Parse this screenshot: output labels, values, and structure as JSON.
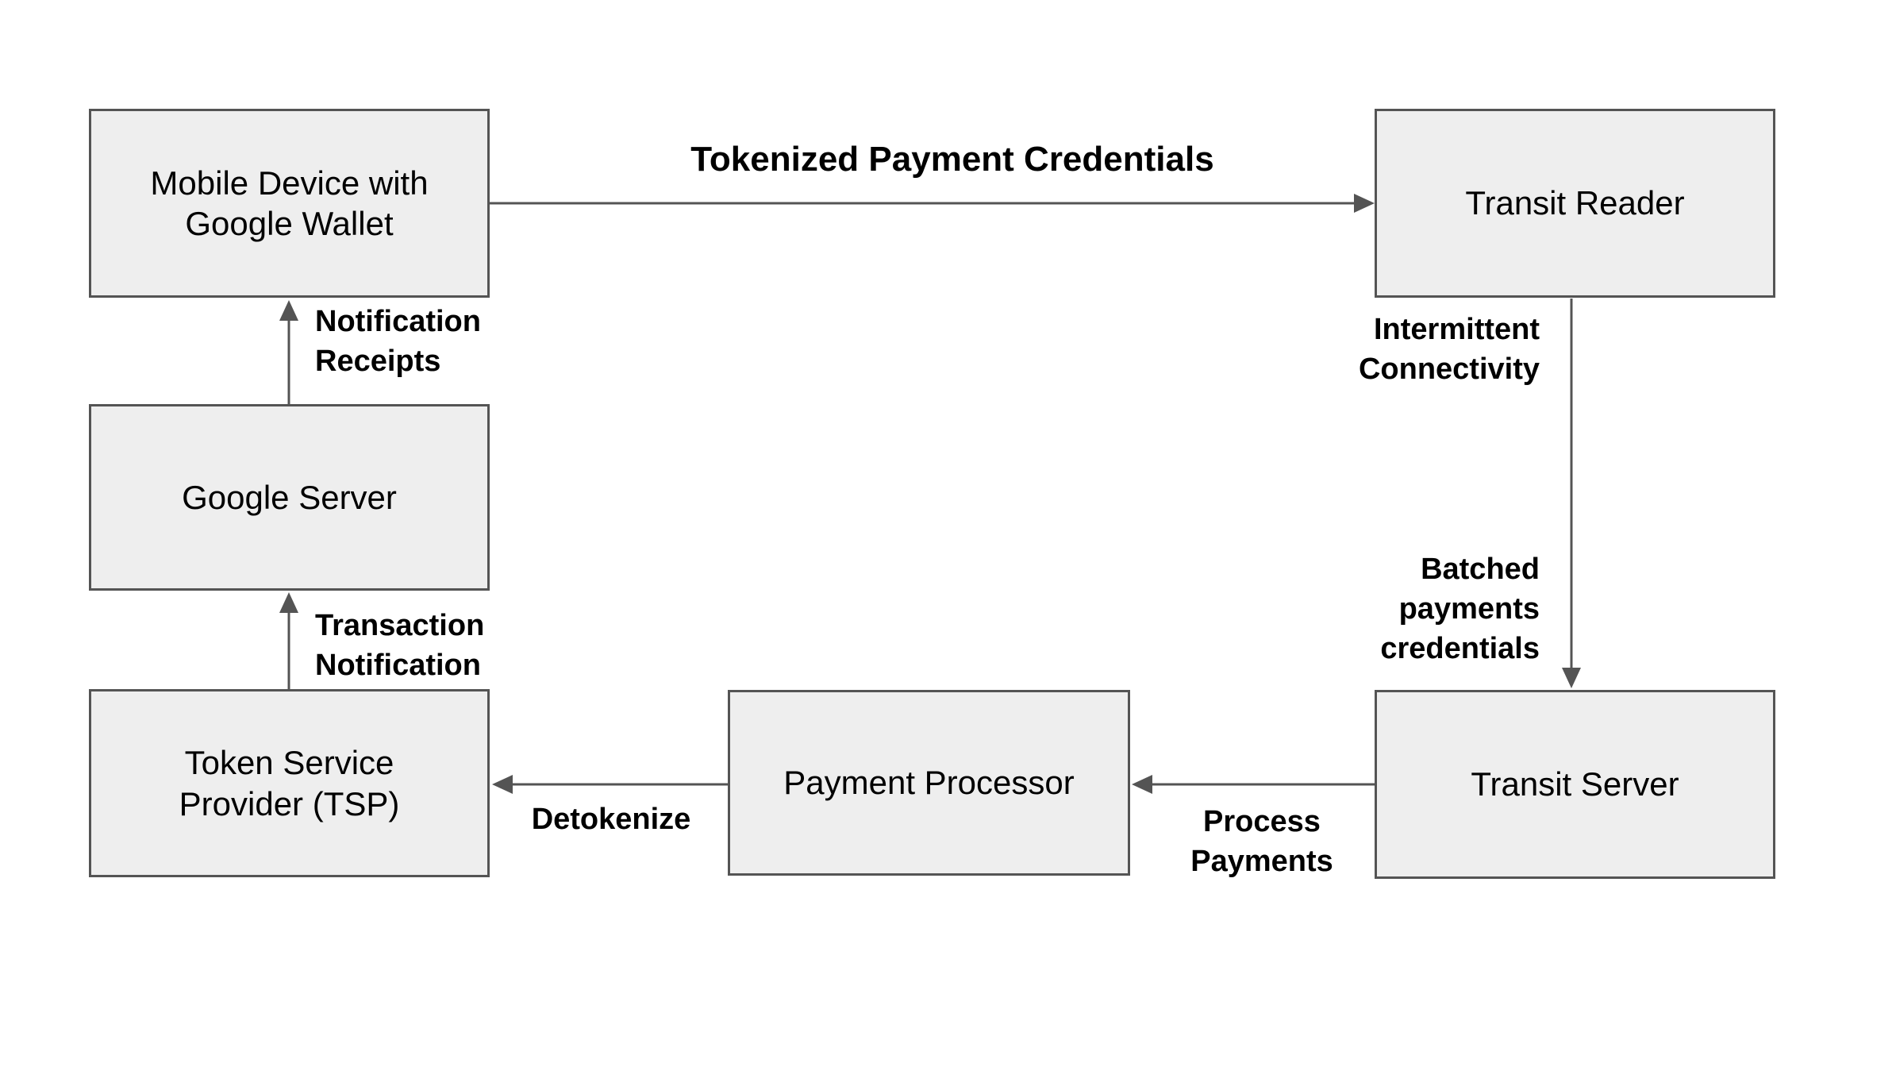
{
  "diagram": {
    "type": "flow-diagram",
    "colors": {
      "background": "#ffffff",
      "node_fill": "#eeeeee",
      "node_border": "#545454",
      "arrow": "#545454",
      "text": "#000000"
    },
    "nodes": {
      "mobile_device": {
        "label": "Mobile Device with\nGoogle Wallet"
      },
      "transit_reader": {
        "label": "Transit Reader"
      },
      "google_server": {
        "label": "Google Server"
      },
      "tsp": {
        "label": "Token Service\nProvider (TSP)"
      },
      "payment_processor": {
        "label": "Payment Processor"
      },
      "transit_server": {
        "label": "Transit Server"
      }
    },
    "edges": {
      "tokenized": {
        "from": "mobile_device",
        "to": "transit_reader",
        "label": "Tokenized Payment Credentials"
      },
      "intermittent": {
        "from": "transit_reader",
        "to": "transit_server",
        "label": "Intermittent\nConnectivity"
      },
      "batched": {
        "from": "transit_reader",
        "to": "transit_server",
        "label": "Batched\npayments\ncredentials"
      },
      "process_payments": {
        "from": "transit_server",
        "to": "payment_processor",
        "label": "Process\nPayments"
      },
      "detokenize": {
        "from": "payment_processor",
        "to": "tsp",
        "label": "Detokenize"
      },
      "transaction_notification": {
        "from": "tsp",
        "to": "google_server",
        "label": "Transaction\nNotification"
      },
      "notification_receipts": {
        "from": "google_server",
        "to": "mobile_device",
        "label": "Notification\nReceipts"
      }
    }
  }
}
